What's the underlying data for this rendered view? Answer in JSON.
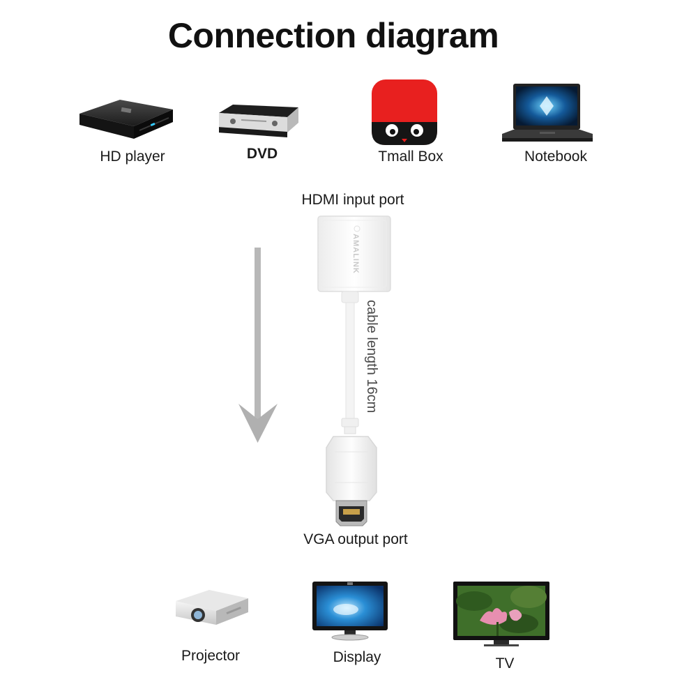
{
  "title": "Connection diagram",
  "sources": [
    {
      "label": "HD player",
      "icon": "hd-player-icon"
    },
    {
      "label": "DVD",
      "icon": "dvd-player-icon"
    },
    {
      "label": "Tmall Box",
      "icon": "tmall-box-icon"
    },
    {
      "label": "Notebook",
      "icon": "notebook-icon"
    }
  ],
  "adapter": {
    "input_label": "HDMI input port",
    "brand": "AMALINK",
    "cable_label": "cable length 16cm",
    "output_label": "VGA output port"
  },
  "targets": [
    {
      "label": "Projector",
      "icon": "projector-icon"
    },
    {
      "label": "Display",
      "icon": "display-icon"
    },
    {
      "label": "TV",
      "icon": "tv-icon"
    }
  ],
  "colors": {
    "arrow": "#b8b8b8",
    "tmall_red": "#e8201f",
    "adapter_white": "#f7f7f7"
  }
}
